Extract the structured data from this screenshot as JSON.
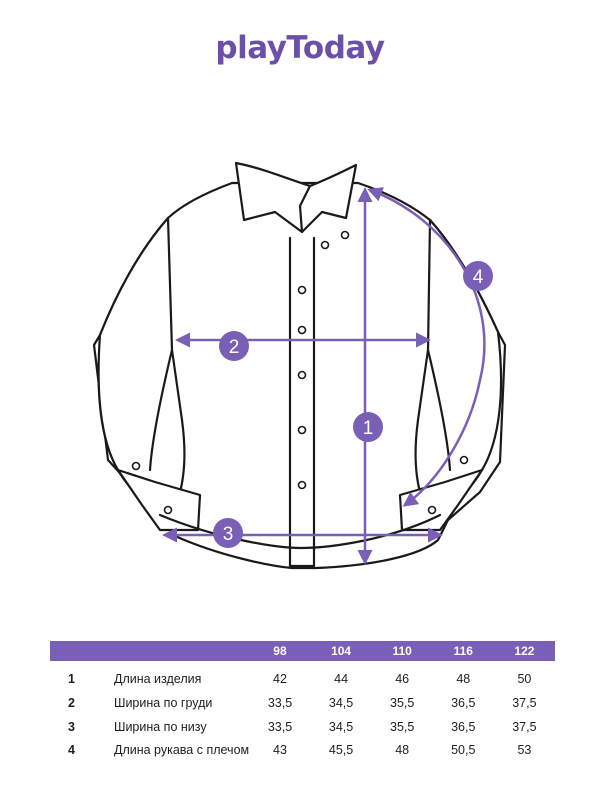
{
  "brand": {
    "logo_text": "playToday",
    "accent_color": "#7a5fb6"
  },
  "diagram": {
    "markers": [
      {
        "id": "1",
        "meaning": "Длина изделия"
      },
      {
        "id": "2",
        "meaning": "Ширина по груди"
      },
      {
        "id": "3",
        "meaning": "Ширина по низу"
      },
      {
        "id": "4",
        "meaning": "Длина рукава с плечом"
      }
    ]
  },
  "table": {
    "sizes": [
      "98",
      "104",
      "110",
      "116",
      "122"
    ],
    "rows": [
      {
        "num": "1",
        "label": "Длина изделия",
        "values": [
          "42",
          "44",
          "46",
          "48",
          "50"
        ]
      },
      {
        "num": "2",
        "label": "Ширина по груди",
        "values": [
          "33,5",
          "34,5",
          "35,5",
          "36,5",
          "37,5"
        ]
      },
      {
        "num": "3",
        "label": "Ширина по низу",
        "values": [
          "33,5",
          "34,5",
          "35,5",
          "36,5",
          "37,5"
        ]
      },
      {
        "num": "4",
        "label": "Длина рукава с плечом",
        "values": [
          "43",
          "45,5",
          "48",
          "50,5",
          "53"
        ]
      }
    ]
  }
}
